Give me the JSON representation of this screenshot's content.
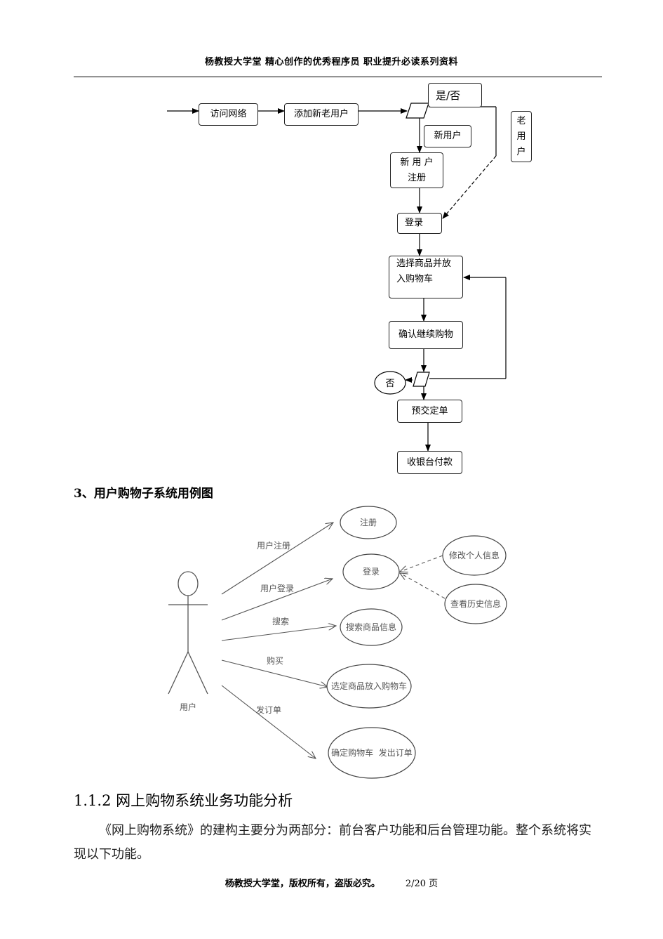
{
  "header": {
    "text": "杨教授大学堂 精心创作的优秀程序员 职业提升必读系列资料"
  },
  "flowchart": {
    "visit": "访问网络",
    "add_user": "添加新老用户",
    "yes_no": "是/否",
    "new_user": "新用户",
    "old_user_chars": [
      "老",
      "用",
      "户"
    ],
    "register_line1": "新 用 户",
    "register_line2": "注册",
    "login": "登录",
    "select_line1": "选择商品并放",
    "select_line2": "入购物车",
    "confirm": "确认继续购物",
    "no": "否",
    "pre_order": "预交定单",
    "checkout": "收银台付款"
  },
  "section3": {
    "heading": "3、用户购物子系统用例图"
  },
  "usecase": {
    "actor": "用户",
    "edges": [
      "用户注册",
      "用户登录",
      "搜索",
      "购买",
      "发订单"
    ],
    "cases": [
      "注册",
      "登录",
      "搜索商品信息",
      "选定商品放入购物车",
      "确定购物车  发出订单"
    ],
    "extends": [
      "修改个人信息",
      "查看历史信息"
    ]
  },
  "subsection": {
    "title": "1.1.2 网上购物系统业务功能分析",
    "body": "《网上购物系统》的建构主要分为两部分：前台客户功能和后台管理功能。整个系统将实现以下功能。"
  },
  "footer": {
    "text": "杨教授大学堂，版权所有，盗版必究。",
    "page": "2/20 页"
  }
}
